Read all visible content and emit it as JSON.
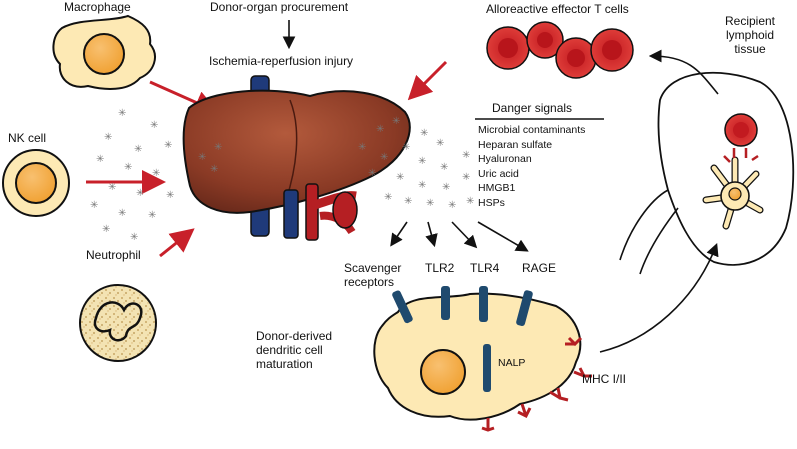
{
  "labels": {
    "macrophage": "Macrophage",
    "nk_cell": "NK cell",
    "neutrophil": "Neutrophil",
    "procurement": "Donor-organ procurement",
    "ischemia": "Ischemia-reperfusion injury",
    "alloreactive": "Alloreactive effector T cells",
    "recipient_line1": "Recipient",
    "recipient_line2": "lymphoid",
    "recipient_line3": "tissue",
    "danger_title": "Danger signals",
    "scavenger_line1": "Scavenger",
    "scavenger_line2": "receptors",
    "tlr2": "TLR2",
    "tlr4": "TLR4",
    "rage": "RAGE",
    "dc_line1": "Donor-derived",
    "dc_line2": "dendritic cell",
    "dc_line3": "maturation",
    "nalp": "NALP",
    "mhc": "MHC I/II"
  },
  "danger_signals": [
    "Microbial contaminants",
    "Heparan sulfate",
    "Hyaluronan",
    "Uric acid",
    "HMGB1",
    "HSPs"
  ],
  "colors": {
    "cell_cytoplasm": "#fde9b4",
    "nucleus": "#f4a840",
    "liver": "#8a3a25",
    "vein": "#1f3a7a",
    "artery": "#b51f23",
    "receptor": "#1f4a6e",
    "arrow_red": "#c8202a",
    "t_cell": "#d42a2c"
  },
  "icons": [
    "macrophage-icon",
    "nk-cell-icon",
    "neutrophil-icon",
    "liver-icon",
    "t-cell-icon",
    "dendritic-cell-icon",
    "lymph-node-icon",
    "danger-signal-star-icon"
  ]
}
